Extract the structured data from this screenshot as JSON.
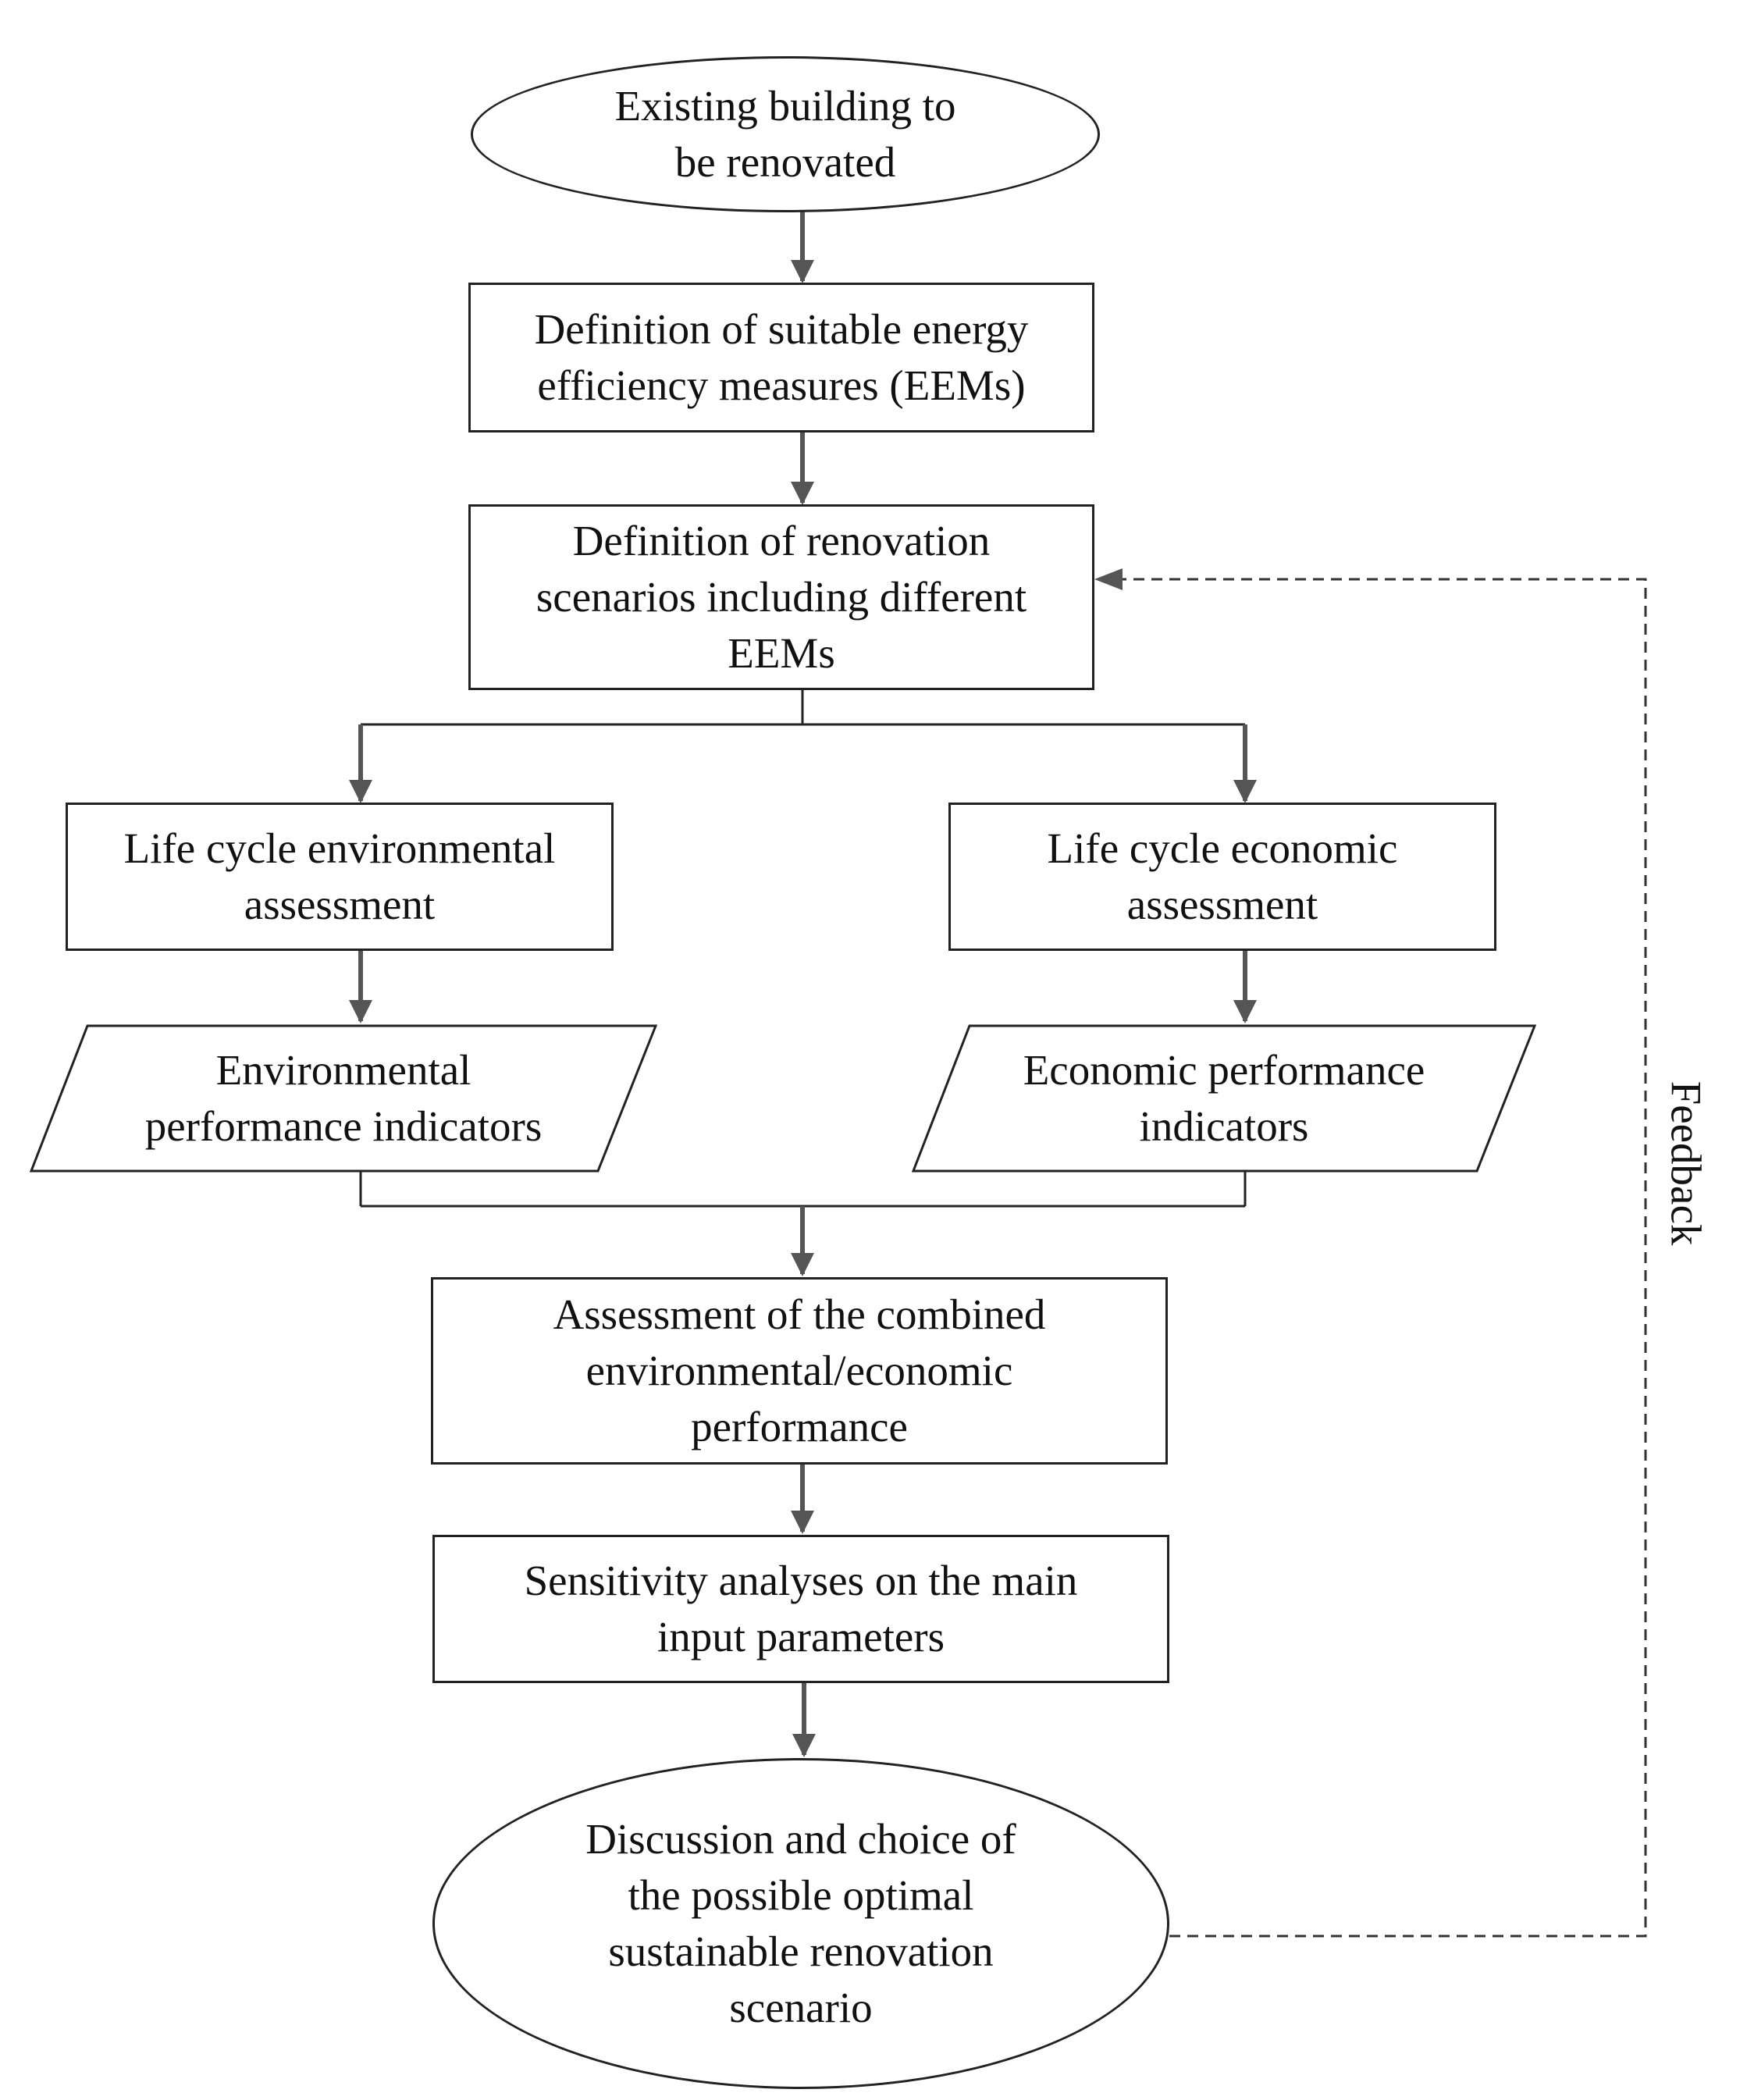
{
  "diagram": {
    "nodes": {
      "start": "Existing building to\nbe renovated",
      "define_eems": "Definition of suitable energy\nefficiency measures (EEMs)",
      "define_scenarios": "Definition of renovation\nscenarios including different\nEEMs",
      "lc_environmental": "Life cycle environmental\nassessment",
      "lc_economic": "Life cycle economic\nassessment",
      "env_indicators": "Environmental\nperformance indicators",
      "eco_indicators": "Economic performance\nindicators",
      "combined": "Assessment of the combined\nenvironmental/economic\nperformance",
      "sensitivity": "Sensitivity analyses on the main\ninput parameters",
      "end": "Discussion and choice of\nthe possible optimal\nsustainable renovation\nscenario"
    },
    "feedback_label": "Feedback",
    "colors": {
      "line": "#555555",
      "border": "#222222",
      "text": "#111111"
    }
  }
}
